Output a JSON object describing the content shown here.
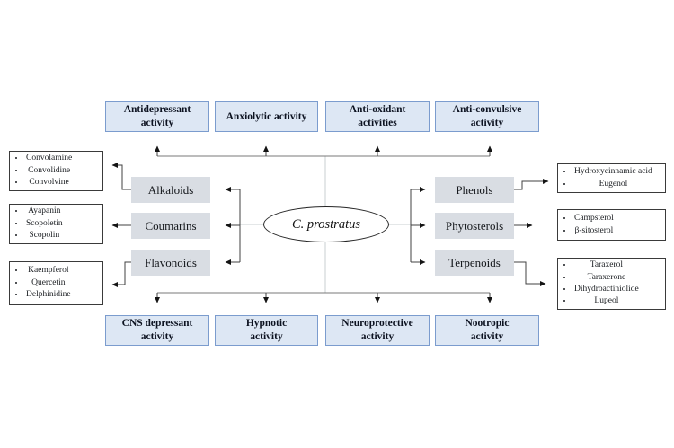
{
  "center": {
    "label": "C. prostratus"
  },
  "activities_top": [
    "Antidepressant activity",
    "Anxiolytic activity",
    "Anti-oxidant activities",
    "Anti-convulsive activity"
  ],
  "activities_bottom": [
    "CNS depressant activity",
    "Hypnotic activity",
    "Neuroprotective activity",
    "Nootropic activity"
  ],
  "groups_left": [
    "Alkaloids",
    "Coumarins",
    "Flavonoids"
  ],
  "groups_right": [
    "Phenols",
    "Phytosterols",
    "Terpenoids"
  ],
  "compounds_left": [
    [
      "Convolamine",
      "Convolidine",
      "Convolvine"
    ],
    [
      "Ayapanin",
      "Scopoletin",
      "Scopolin"
    ],
    [
      "Kaempferol",
      "Quercetin",
      "Delphinidine"
    ]
  ],
  "compounds_right": [
    [
      "Hydroxycinnamic acid",
      "Eugenol"
    ],
    [
      "Campsterol",
      "β-sitosterol"
    ],
    [
      "Taraxerol",
      "Taraxerone",
      "Dihydroactiniolide",
      "Lupeol"
    ]
  ],
  "colors": {
    "activity_fill": "#dde7f4",
    "activity_border": "#7b9cce",
    "group_fill": "#d9dde3",
    "compound_border": "#3a3a3a",
    "connector_dark": "#404040",
    "connector_gray": "#787878",
    "connector_faint": "#c9cfd2"
  }
}
